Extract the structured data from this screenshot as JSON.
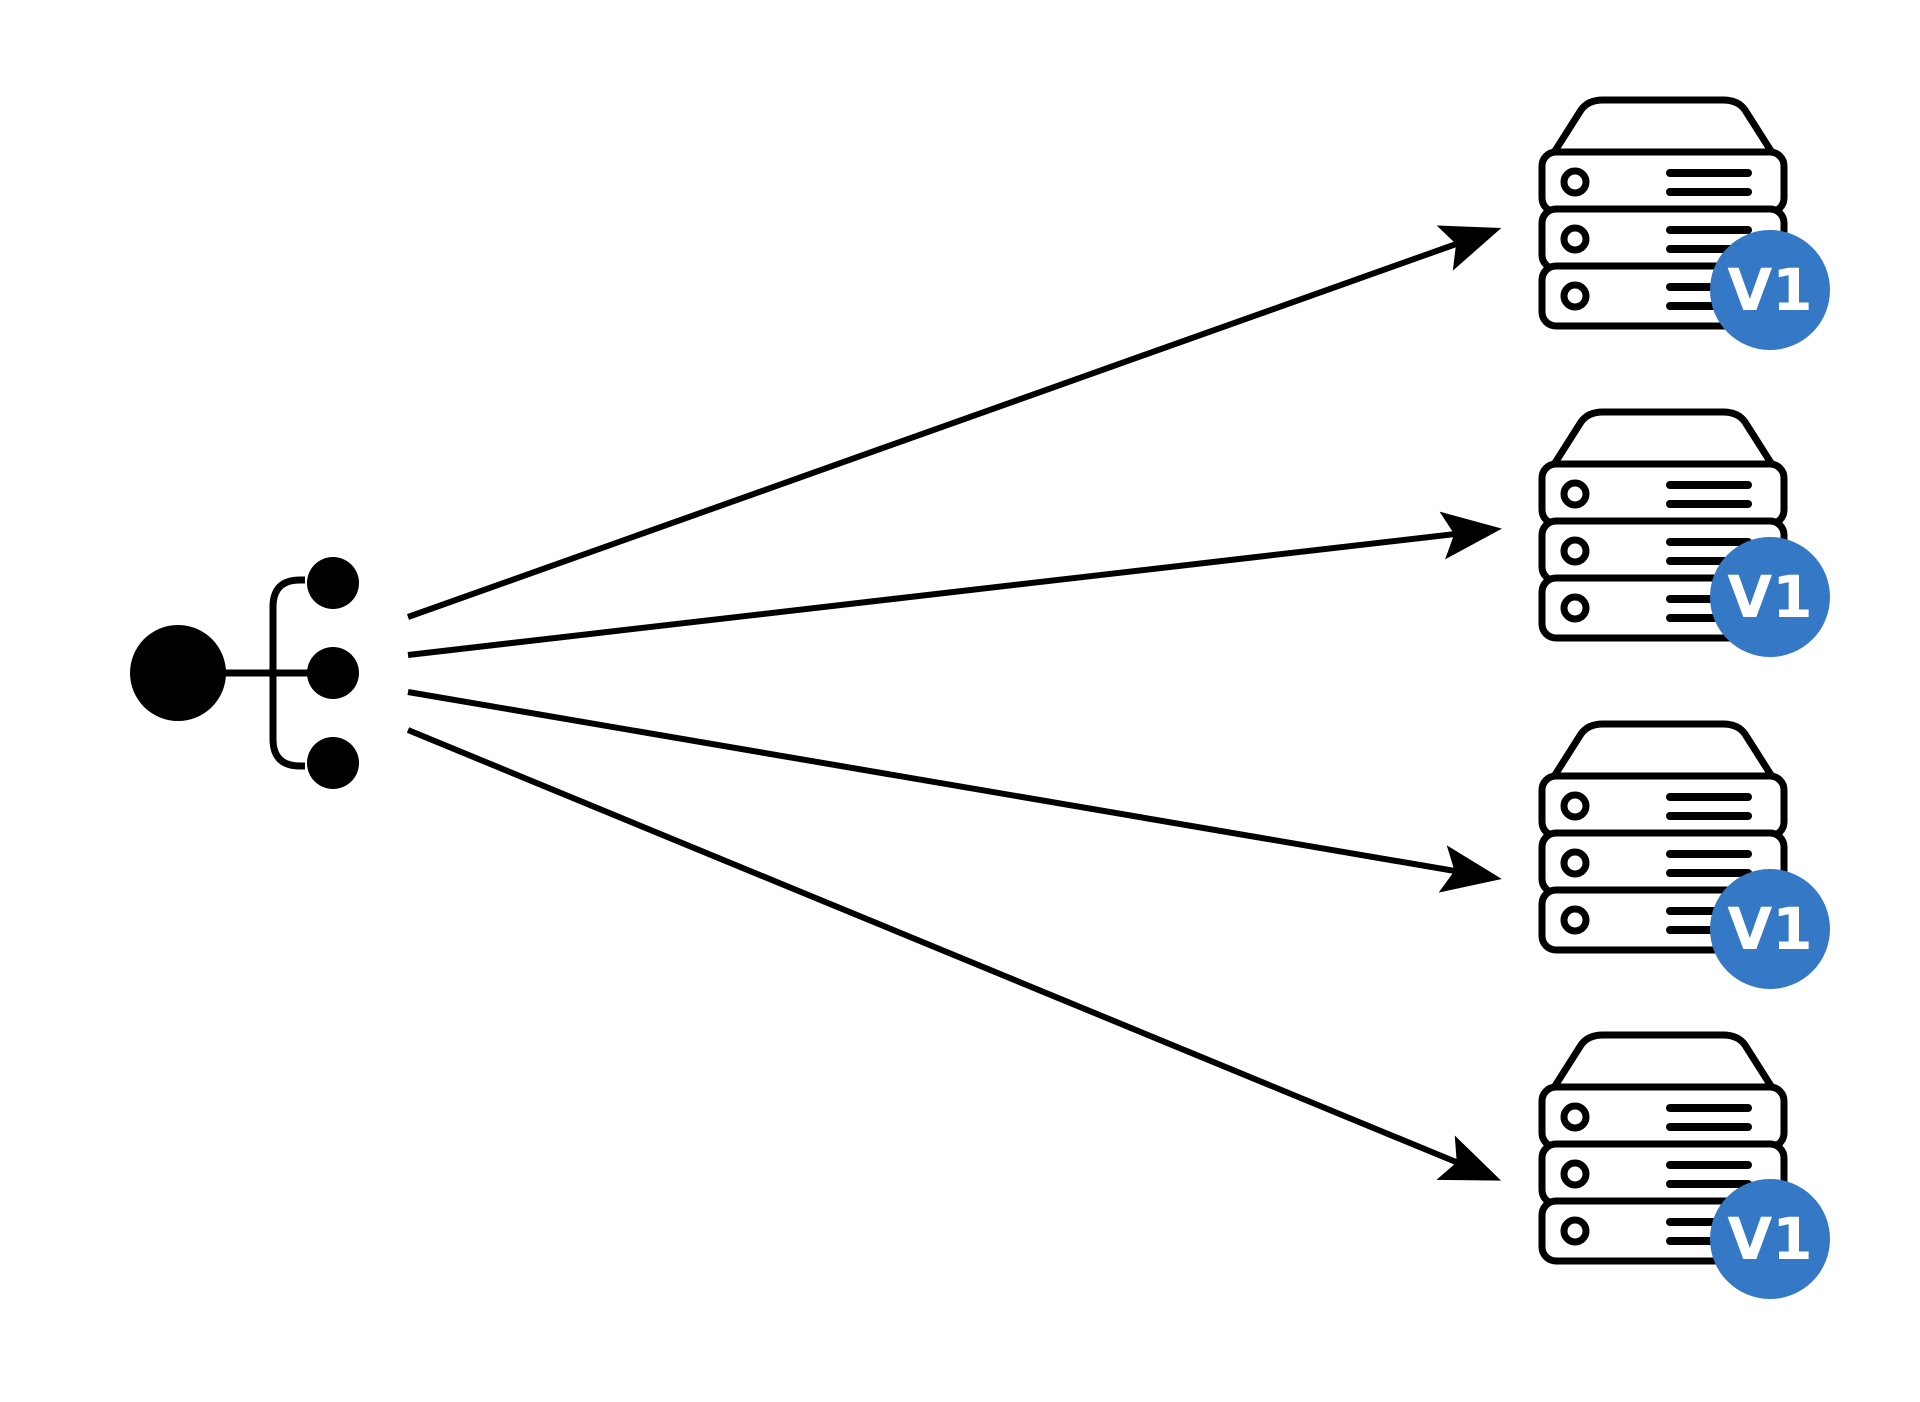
{
  "diagram": {
    "source": {
      "icon": "load-balancer-icon"
    },
    "servers": [
      {
        "icon": "server-rack-icon",
        "badge": "V1"
      },
      {
        "icon": "server-rack-icon",
        "badge": "V1"
      },
      {
        "icon": "server-rack-icon",
        "badge": "V1"
      },
      {
        "icon": "server-rack-icon",
        "badge": "V1"
      }
    ],
    "colors": {
      "line": "#000000",
      "badge_fill": "#3578c6",
      "badge_text": "#ffffff",
      "background": "#ffffff"
    }
  }
}
